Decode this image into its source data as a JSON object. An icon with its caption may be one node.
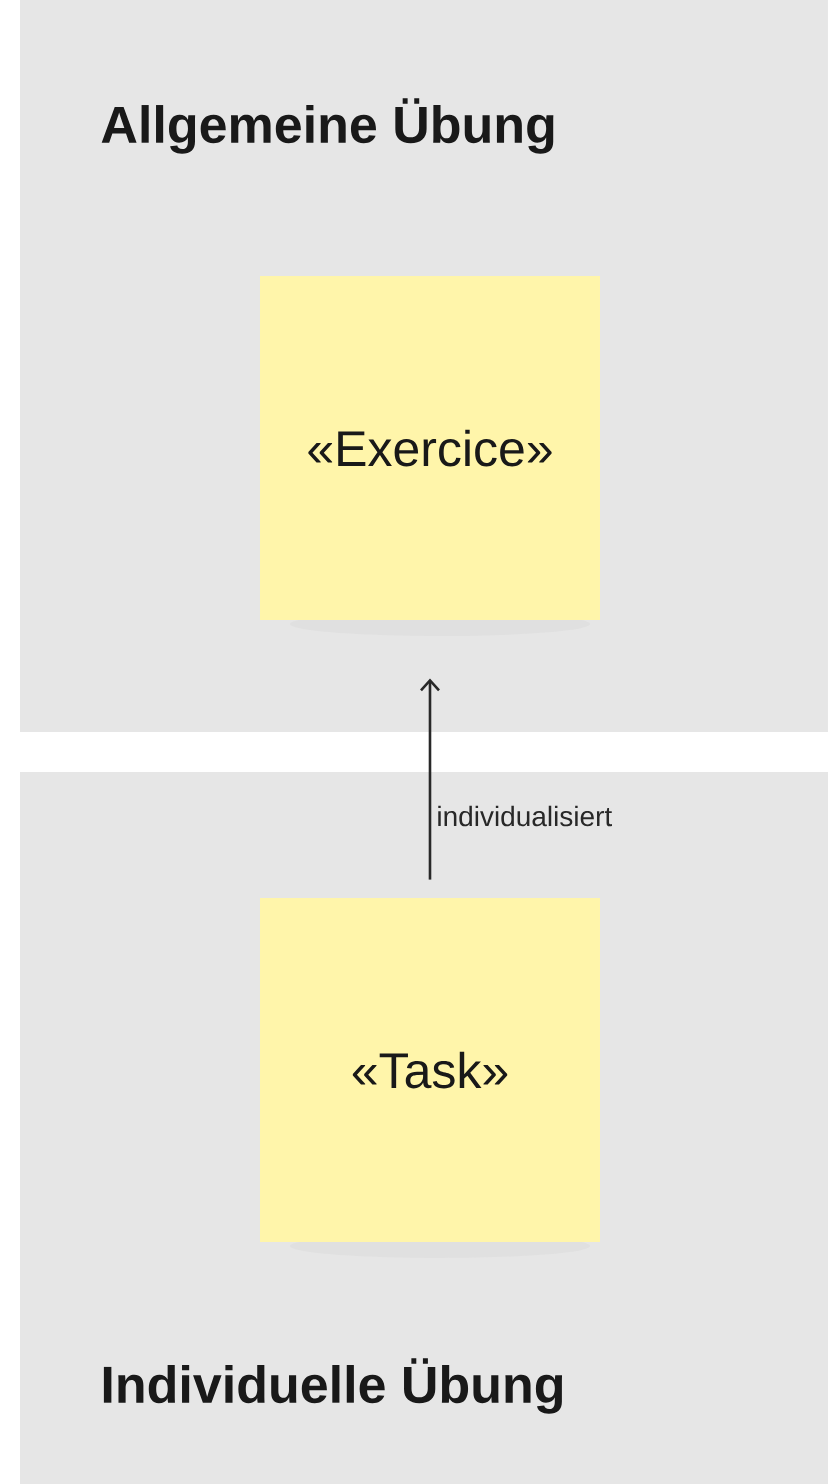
{
  "diagram": {
    "nodes": [
      {
        "text": [
          "Allgemeine Übung"
        ]
      },
      {
        "text": [
          "«Exercice»"
        ],
        "in": 0
      },
      {
        "text": [
          "Individuelle Übung"
        ]
      },
      {
        "text": [
          "«Task»"
        ],
        "in": 2
      }
    ],
    "edges": [
      {
        "from": 3,
        "to": 1,
        "arrow": "to",
        "label": "individualisiert"
      }
    ]
  }
}
